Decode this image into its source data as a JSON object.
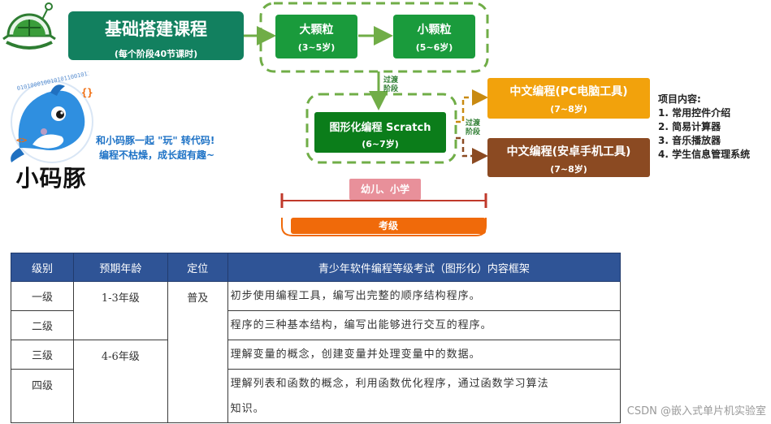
{
  "course": {
    "title": "基础搭建课程",
    "subtitle": "(每个阶段40节课时)"
  },
  "stages": {
    "big": {
      "title": "大颗粒",
      "age": "(3~5岁)"
    },
    "small": {
      "title": "小颗粒",
      "age": "(5~6岁)"
    },
    "scratch": {
      "title": "图形化编程 Scratch",
      "age": "(6~7岁)"
    },
    "pc": {
      "title": "中文编程(PC电脑工具)",
      "age": "(7~8岁)"
    },
    "android": {
      "title": "中文编程(安卓手机工具)",
      "age": "(7~8岁)"
    }
  },
  "transitions": {
    "a": [
      "过渡",
      "阶段"
    ],
    "b": [
      "过渡",
      "阶段"
    ]
  },
  "mascot": {
    "name": "小码豚",
    "slogan_line1": "和小码豚一起 \"玩\" 转代码!",
    "slogan_line2": "编程不枯燥，成长超有趣~",
    "binary_text": "0101000100101011001011010100101"
  },
  "project": {
    "heading": "项目内容:",
    "items": [
      "1. 常用控件介绍",
      "2. 简易计算器",
      "3. 音乐播放器",
      "4. 学生信息管理系统"
    ]
  },
  "range_labels": {
    "school": "幼儿、小学",
    "exam": "考级"
  },
  "table": {
    "headers": [
      "级别",
      "预期年龄",
      "定位",
      "青少年软件编程等级考试（图形化）内容框架"
    ],
    "levels": [
      "一级",
      "二级",
      "三级",
      "四级"
    ],
    "ages": [
      "1-3年级",
      "4-6年级"
    ],
    "position": "普及",
    "descriptions": [
      "初步使用编程工具，编写出完整的顺序结构程序。",
      "程序的三种基本结构，编写出能够进行交互的程序。",
      "理解变量的概念，创建变量并处理变量中的数据。",
      "理解列表和函数的概念，利用函数优化程序，通过函数学习算法",
      "知识。"
    ]
  },
  "watermark": "CSDN @嵌入式单片机实验室",
  "colors": {
    "teal": "#12805f",
    "green": "#1a9b3c",
    "dark_green": "#0b7d1a",
    "orange": "#f2a20c",
    "brown": "#8b4a22",
    "pink": "#e8909a",
    "exam_orange": "#f06a0a",
    "range_red": "#c0392b",
    "dash_green": "#70ad47",
    "table_header": "#2f5496"
  }
}
